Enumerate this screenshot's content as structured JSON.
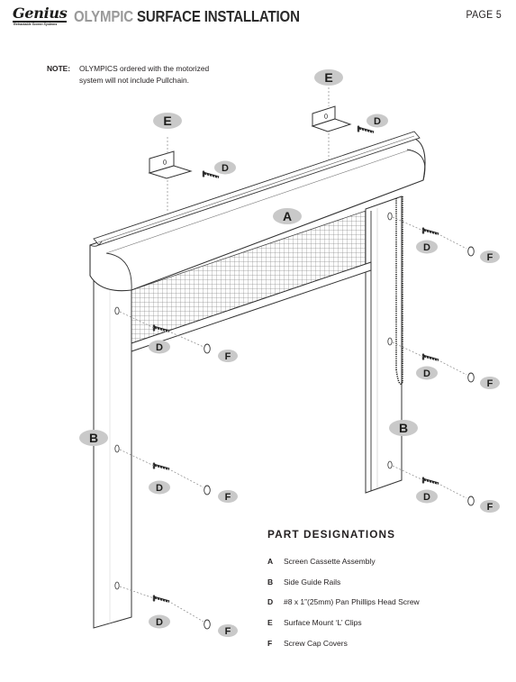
{
  "header": {
    "brand": "Genius",
    "brand_tagline": "Retractable Screen Systems",
    "title_prefix": "OLYMPIC",
    "title_main": "SURFACE INSTALLATION",
    "page_label": "PAGE 5"
  },
  "note": {
    "label": "NOTE:",
    "line1": "OLYMPICS ordered with the motorized",
    "line2": "system will not include Pullchain."
  },
  "diagram": {
    "callouts": {
      "cassette": "A",
      "rail_left": "B",
      "rail_right": "B",
      "clip_left": "E",
      "clip_right": "E",
      "screw_clip_left": "D",
      "screw_clip_right": "D",
      "screw_right_1": "D",
      "cap_right_1": "F",
      "screw_right_2": "D",
      "cap_right_2": "F",
      "screw_right_3": "D",
      "cap_right_3": "F",
      "screw_left_1": "D",
      "cap_left_1": "F",
      "screw_left_2": "D",
      "cap_left_2": "F",
      "screw_left_3": "D",
      "cap_left_3": "F"
    }
  },
  "parts": {
    "heading": "PART DESIGNATIONS",
    "items": [
      {
        "letter": "A",
        "label": "Screen Cassette Assembly"
      },
      {
        "letter": "B",
        "label": "Side Guide Rails"
      },
      {
        "letter": "D",
        "label": "#8 x 1”(25mm) Pan Phillips Head Screw"
      },
      {
        "letter": "E",
        "label": "Surface Mount ‘L’ Clips"
      },
      {
        "letter": "F",
        "label": "Screw Cap Covers"
      }
    ]
  }
}
